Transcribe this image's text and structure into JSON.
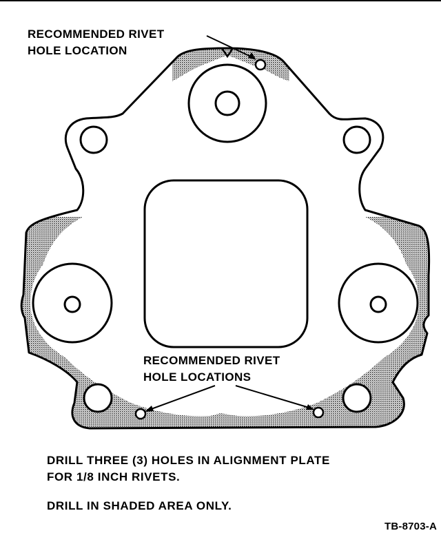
{
  "callouts": {
    "top": {
      "line1": "RECOMMENDED RIVET",
      "line2": "HOLE LOCATION"
    },
    "bottom": {
      "line1": "RECOMMENDED RIVET",
      "line2": "HOLE LOCATIONS"
    }
  },
  "notes": {
    "line1": "DRILL THREE (3) HOLES IN ALIGNMENT PLATE",
    "line2": "FOR 1/8 INCH RIVETS.",
    "line3": "DRILL IN SHADED AREA ONLY."
  },
  "figure_id": "TB-8703-A"
}
